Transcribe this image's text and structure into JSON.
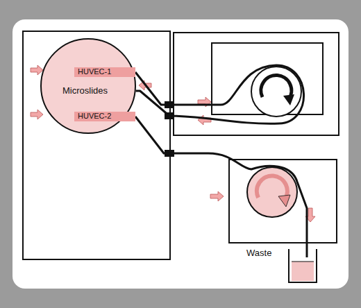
{
  "diagram": {
    "nodes": [
      {
        "text": [
          "Microslides"
        ]
      },
      {
        "text": [
          "HUVEC-1"
        ],
        "in": 0
      },
      {
        "text": [
          "HUVEC-2"
        ],
        "in": 0
      },
      {
        "text": [
          "Waste"
        ]
      }
    ],
    "edges": [
      {
        "from": 1,
        "to": 0,
        "arrow": "none"
      },
      {
        "from": 2,
        "to": 3,
        "arrow": "none"
      }
    ]
  }
}
